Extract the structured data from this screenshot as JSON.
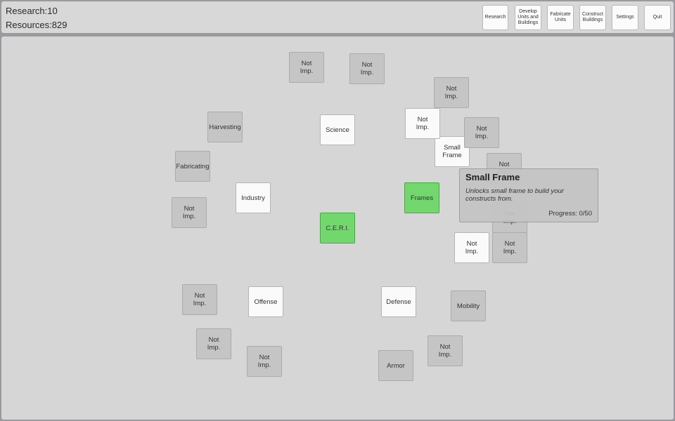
{
  "header": {
    "research_text": "Research:10",
    "resources_text": "Resources:829",
    "buttons": [
      {
        "label": "Research"
      },
      {
        "label": "Develop\nUnits and\nBuildings"
      },
      {
        "label": "Fabricate\nUnits"
      },
      {
        "label": "Construct\nBuildings"
      },
      {
        "label": "Settings"
      },
      {
        "label": "Quit"
      }
    ]
  },
  "state_colors": {
    "locked": "#c5c5c5",
    "available": "#fafafa",
    "unlocked": "#72d86e"
  },
  "tree_nodes": [
    {
      "id": "ceri",
      "label": "C.E.R.I.",
      "state": "unlocked"
    },
    {
      "id": "science",
      "label": "Science",
      "state": "available"
    },
    {
      "id": "industry",
      "label": "Industry",
      "state": "available"
    },
    {
      "id": "offense",
      "label": "Offense",
      "state": "available"
    },
    {
      "id": "defense",
      "label": "Defense",
      "state": "available"
    },
    {
      "id": "frames",
      "label": "Frames",
      "state": "unlocked"
    },
    {
      "id": "harvesting",
      "label": "Harvesting",
      "state": "locked"
    },
    {
      "id": "fabricating",
      "label": "Fabricating",
      "state": "locked"
    },
    {
      "id": "mobility",
      "label": "Mobility",
      "state": "locked"
    },
    {
      "id": "armor",
      "label": "Armor",
      "state": "locked"
    },
    {
      "id": "small-frame",
      "label": "Small\nFrame",
      "state": "available"
    },
    {
      "id": "ni-1",
      "label": "Not\nImp.",
      "state": "locked"
    },
    {
      "id": "ni-2",
      "label": "Not\nImp.",
      "state": "locked"
    },
    {
      "id": "ni-3",
      "label": "Not\nImp.",
      "state": "locked"
    },
    {
      "id": "ni-4",
      "label": "Not\nImp.",
      "state": "available"
    },
    {
      "id": "ni-5",
      "label": "Not\nImp.",
      "state": "locked"
    },
    {
      "id": "ni-6",
      "label": "Not\nImp.",
      "state": "locked"
    },
    {
      "id": "ni-7",
      "label": "Not\nImp.",
      "state": "locked"
    },
    {
      "id": "ni-8",
      "label": "Not\nImp.",
      "state": "available"
    },
    {
      "id": "ni-9",
      "label": "Not\nImp.",
      "state": "locked"
    },
    {
      "id": "ni-10",
      "label": "Not\nImp.",
      "state": "locked"
    },
    {
      "id": "ni-11",
      "label": "Not\nImp.",
      "state": "locked"
    },
    {
      "id": "ni-12",
      "label": "Not\nImp.",
      "state": "locked"
    },
    {
      "id": "ni-13",
      "label": "Not\nImp.",
      "state": "locked"
    },
    {
      "id": "ni-14",
      "label": "Not\nImp.",
      "state": "locked"
    }
  ],
  "tooltip": {
    "title": "Small Frame",
    "description": "Unlocks small frame to build your constructs from.",
    "progress_text": "Progress: 0/50",
    "progress_current": 0,
    "progress_total": 50
  }
}
